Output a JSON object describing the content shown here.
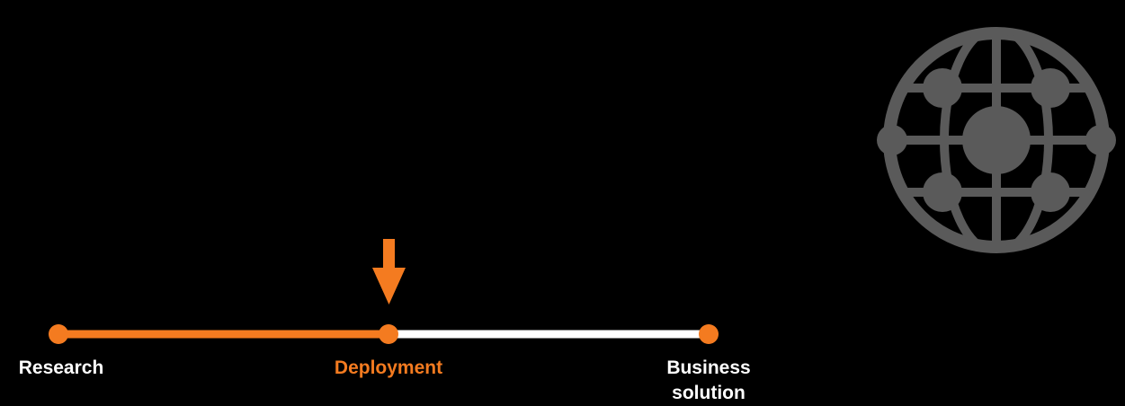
{
  "colors": {
    "background": "#000000",
    "accent": "#f47b20",
    "inactive_track": "#ffffff",
    "icon": "#5a5a5a"
  },
  "timeline": {
    "current_stage_index": 1,
    "stages": [
      {
        "label": "Research",
        "state": "completed"
      },
      {
        "label": "Deployment",
        "state": "current"
      },
      {
        "label": "Business solution",
        "state": "upcoming"
      }
    ]
  },
  "icons": {
    "marker": "down-arrow-icon",
    "decoration": "globe-network-icon"
  }
}
